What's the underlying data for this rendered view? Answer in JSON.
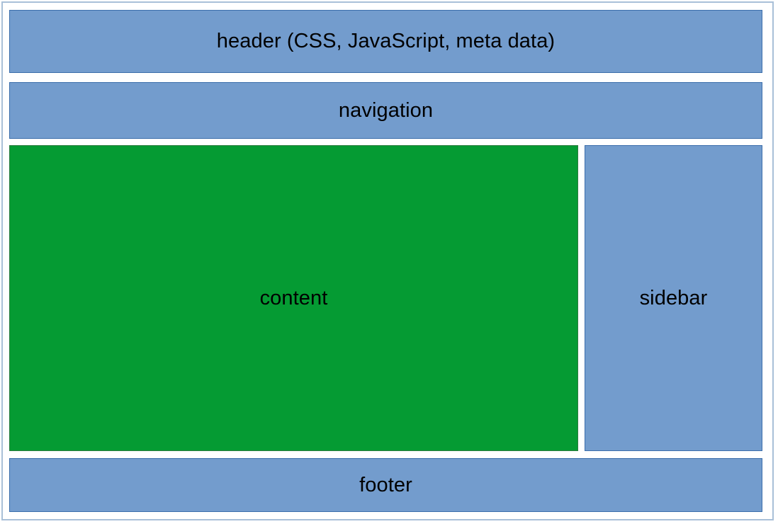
{
  "diagram": {
    "title": "web page layout diagram",
    "regions": [
      {
        "name": "header",
        "label": "header (CSS, JavaScript, meta data)",
        "color": "#739ccd",
        "border_color": "#3c6eab"
      },
      {
        "name": "navigation",
        "label": "navigation",
        "color": "#739ccd",
        "border_color": "#3c6eab"
      },
      {
        "name": "content",
        "label": "content",
        "color": "#059b33",
        "border_color": "#2b7a3f"
      },
      {
        "name": "sidebar",
        "label": "sidebar",
        "color": "#739ccd",
        "border_color": "#3c6eab"
      },
      {
        "name": "footer",
        "label": "footer",
        "color": "#739ccd",
        "border_color": "#3c6eab"
      }
    ],
    "frame": {
      "border_color": "#a9c0d8",
      "background": "#ffffff"
    }
  }
}
